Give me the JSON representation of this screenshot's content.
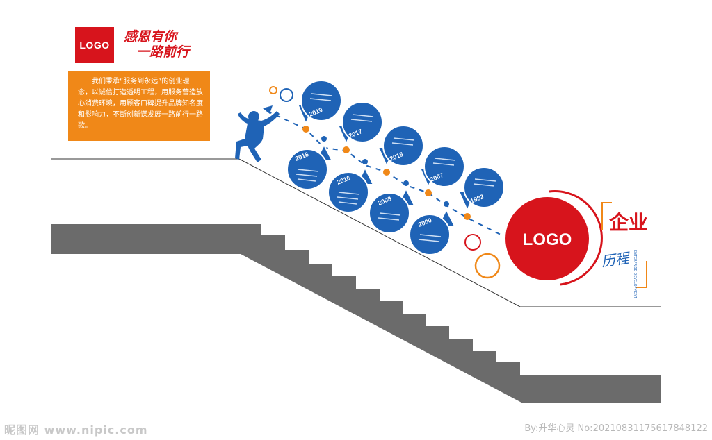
{
  "header": {
    "logo_text": "LOGO",
    "slogan_line1": "感恩有你",
    "slogan_line2": "一路前行"
  },
  "intro": {
    "text": "我们秉承“服务到永远”的创业理念，以诚信打造透明工程，用服务营造放心消费环境，用顾客口碑提升品牌知名度和影响力，不断创新谋发展一路前行一路歌。"
  },
  "timeline": {
    "years_top": [
      "2019",
      "2017",
      "2015",
      "2007",
      "1982"
    ],
    "years_bottom": [
      "2018",
      "2016",
      "2008",
      "2000"
    ]
  },
  "emblem": {
    "logo_text": "LOGO",
    "title_line1": "企业",
    "title_line2": "历程",
    "subtitle_en": "ENTERPRISE DEVELOPMENT"
  },
  "watermark": {
    "left": "昵图网 www.nipic.com",
    "right": "By:升华心灵 No:20210831175617848122"
  },
  "colors": {
    "red": "#d7141c",
    "orange": "#f08818",
    "blue": "#1f63b6",
    "stair_gray": "#6b6b6b"
  }
}
